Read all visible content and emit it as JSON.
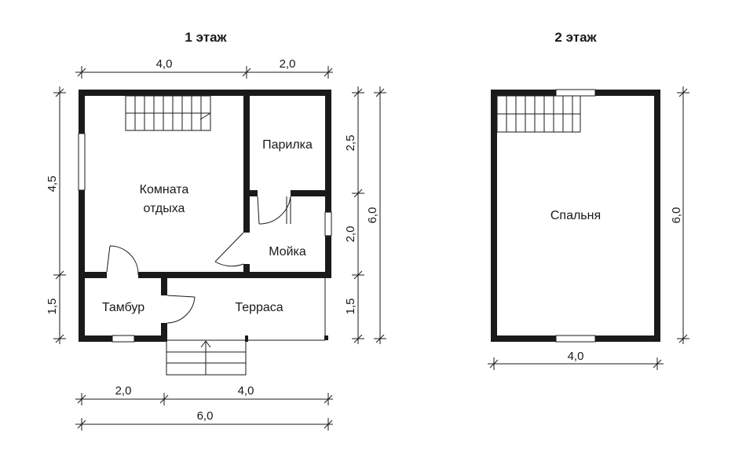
{
  "floor1": {
    "title": "1 этаж",
    "rooms": {
      "rest": [
        "Комната",
        "отдыха"
      ],
      "steam": "Парилка",
      "wash": "Мойка",
      "vestibule": "Тамбур",
      "terrace": "Терраса"
    },
    "dims": {
      "top_left": "4,0",
      "top_right": "2,0",
      "left_upper": "4,5",
      "left_lower": "1,5",
      "right_a": "2,5",
      "right_b": "2,0",
      "right_c": "1,5",
      "right_total": "6,0",
      "bottom_left": "2,0",
      "bottom_right": "4,0",
      "bottom_total": "6,0"
    }
  },
  "floor2": {
    "title": "2 этаж",
    "rooms": {
      "bedroom": "Спальня"
    },
    "dims": {
      "height": "6,0",
      "width": "4,0"
    }
  },
  "colors": {
    "ink": "#1a1a1a",
    "background": "#ffffff"
  }
}
